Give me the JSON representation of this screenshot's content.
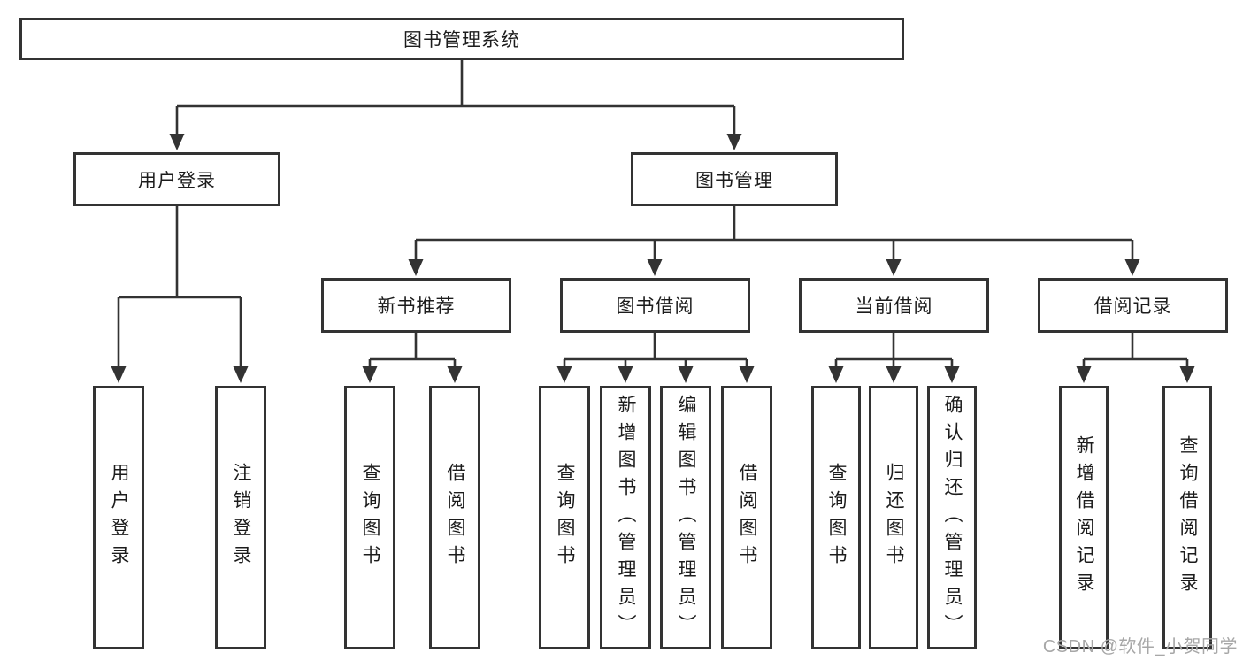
{
  "nodes": {
    "root": {
      "label": "图书管理系统"
    },
    "level2": [
      {
        "label": "用户登录"
      },
      {
        "label": "图书管理"
      }
    ],
    "level3": [
      {
        "label": "新书推荐"
      },
      {
        "label": "图书借阅"
      },
      {
        "label": "当前借阅"
      },
      {
        "label": "借阅记录"
      }
    ],
    "level4": {
      "user_login": [
        {
          "label": "用户登录"
        },
        {
          "label": "注销登录"
        }
      ],
      "new_book_recommend": [
        {
          "label": "查询图书"
        },
        {
          "label": "借阅图书"
        }
      ],
      "book_borrowing": [
        {
          "label": "查询图书"
        },
        {
          "label": "新增图书（管理员）"
        },
        {
          "label": "编辑图书（管理员）"
        },
        {
          "label": "借阅图书"
        }
      ],
      "current_borrowing": [
        {
          "label": "查询图书"
        },
        {
          "label": "归还图书"
        },
        {
          "label": "确认归还（管理员）"
        }
      ],
      "borrowing_records": [
        {
          "label": "新增借阅记录"
        },
        {
          "label": "查询借阅记录"
        }
      ]
    }
  },
  "watermark": "CSDN @软件_小贺同学",
  "colors": {
    "line": "#333333",
    "box_border": "#333333",
    "text": "#1c1c1c",
    "watermark": "#a7a7a7",
    "background": "#ffffff"
  }
}
